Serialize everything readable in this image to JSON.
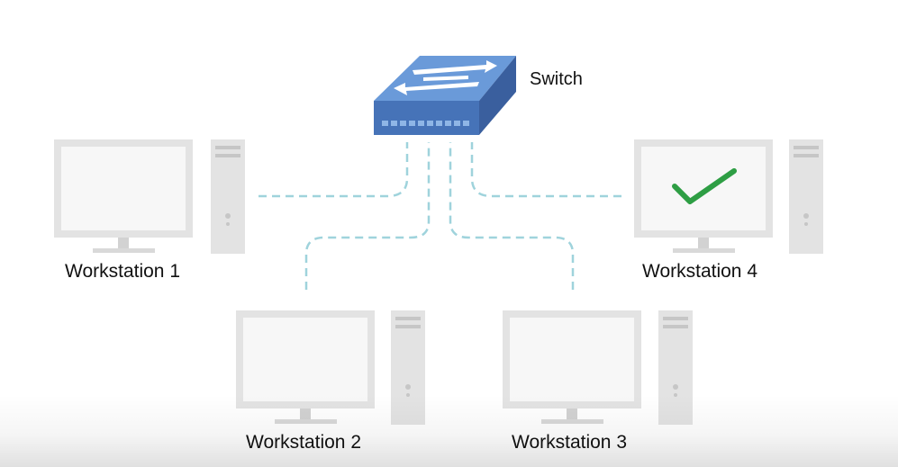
{
  "diagram": {
    "switch": {
      "label": "Switch",
      "icon": "network-switch-icon",
      "color": "#5b8fd6"
    },
    "workstations": [
      {
        "label": "Workstation 1",
        "status": "none"
      },
      {
        "label": "Workstation 2",
        "status": "none"
      },
      {
        "label": "Workstation 3",
        "status": "none"
      },
      {
        "label": "Workstation 4",
        "status": "check",
        "status_icon": "checkmark-icon",
        "status_color": "#2e9e44"
      }
    ],
    "connections": {
      "style": "dashed",
      "color": "#9fd3dc"
    },
    "device_color": "#e3e3e3"
  }
}
